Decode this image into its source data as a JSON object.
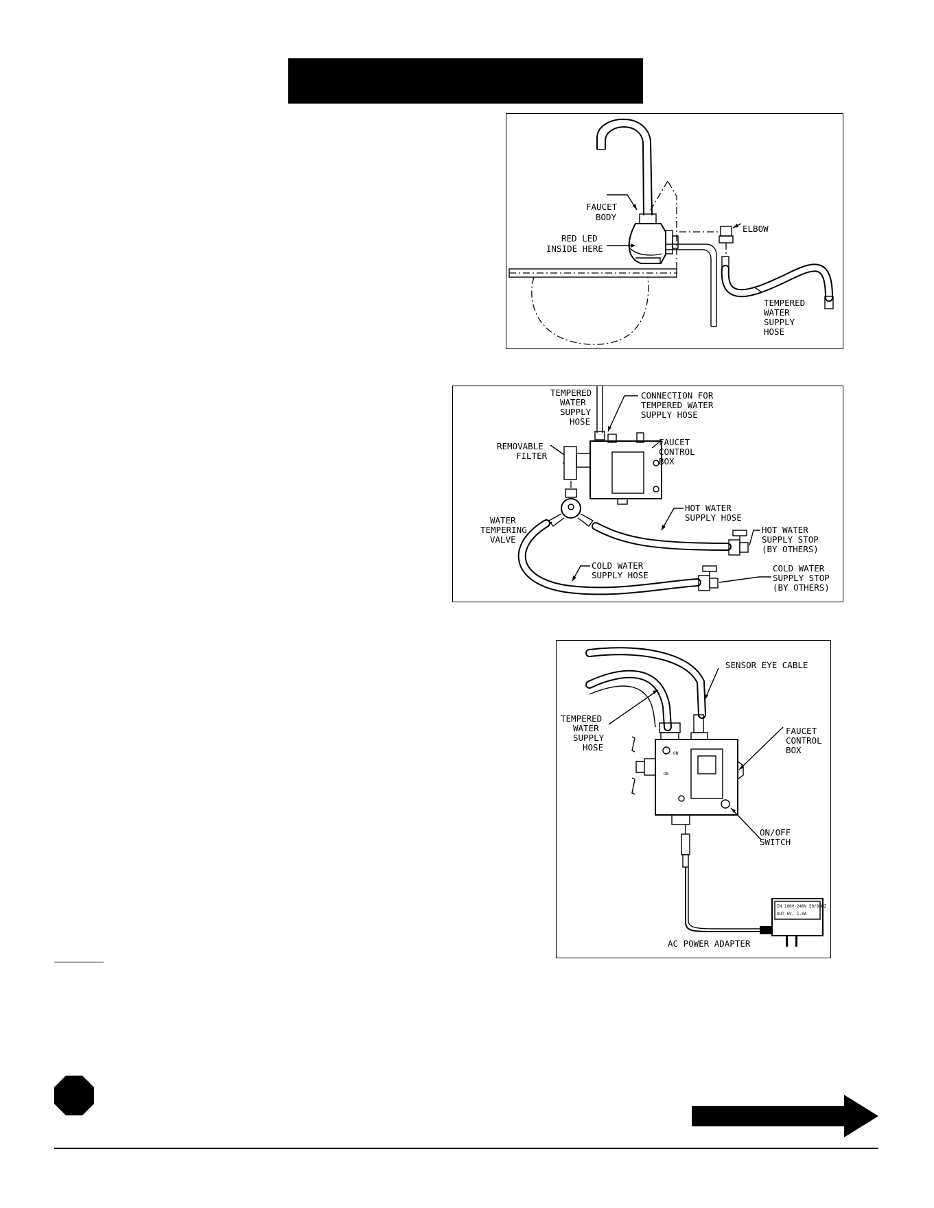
{
  "fig1": {
    "faucet_body": [
      "FAUCET",
      "BODY"
    ],
    "red_led": [
      "RED LED",
      "INSIDE HERE"
    ],
    "elbow": "ELBOW",
    "tempered_hose": [
      "TEMPERED",
      "WATER",
      "SUPPLY",
      "HOSE"
    ]
  },
  "fig2": {
    "tempered_hose": [
      "TEMPERED",
      "WATER",
      "SUPPLY",
      "HOSE"
    ],
    "connection": [
      "CONNECTION FOR",
      "TEMPERED WATER",
      "SUPPLY HOSE"
    ],
    "removable_filter": [
      "REMOVABLE",
      "FILTER"
    ],
    "control_box": [
      "FAUCET",
      "CONTROL",
      "BOX"
    ],
    "tempering_valve": [
      "WATER",
      "TEMPERING",
      "VALVE"
    ],
    "hot_hose": [
      "HOT WATER",
      "SUPPLY HOSE"
    ],
    "hot_stop": [
      "HOT WATER",
      "SUPPLY STOP",
      "(BY OTHERS)"
    ],
    "cold_hose": [
      "COLD WATER",
      "SUPPLY HOSE"
    ],
    "cold_stop": [
      "COLD WATER",
      "SUPPLY STOP",
      "(BY OTHERS)"
    ]
  },
  "fig3": {
    "sensor_cable": "SENSOR EYE CABLE",
    "tempered_hose": [
      "TEMPERED",
      "WATER",
      "SUPPLY",
      "HOSE"
    ],
    "control_box": [
      "FAUCET",
      "CONTROL",
      "BOX"
    ],
    "switch": [
      "ON/OFF",
      "SWITCH"
    ],
    "adapter_plate": [
      "IN 100V-240V 50/60HZ",
      "OUT 6V, 1.0A"
    ],
    "adapter": "AC POWER ADAPTER"
  }
}
